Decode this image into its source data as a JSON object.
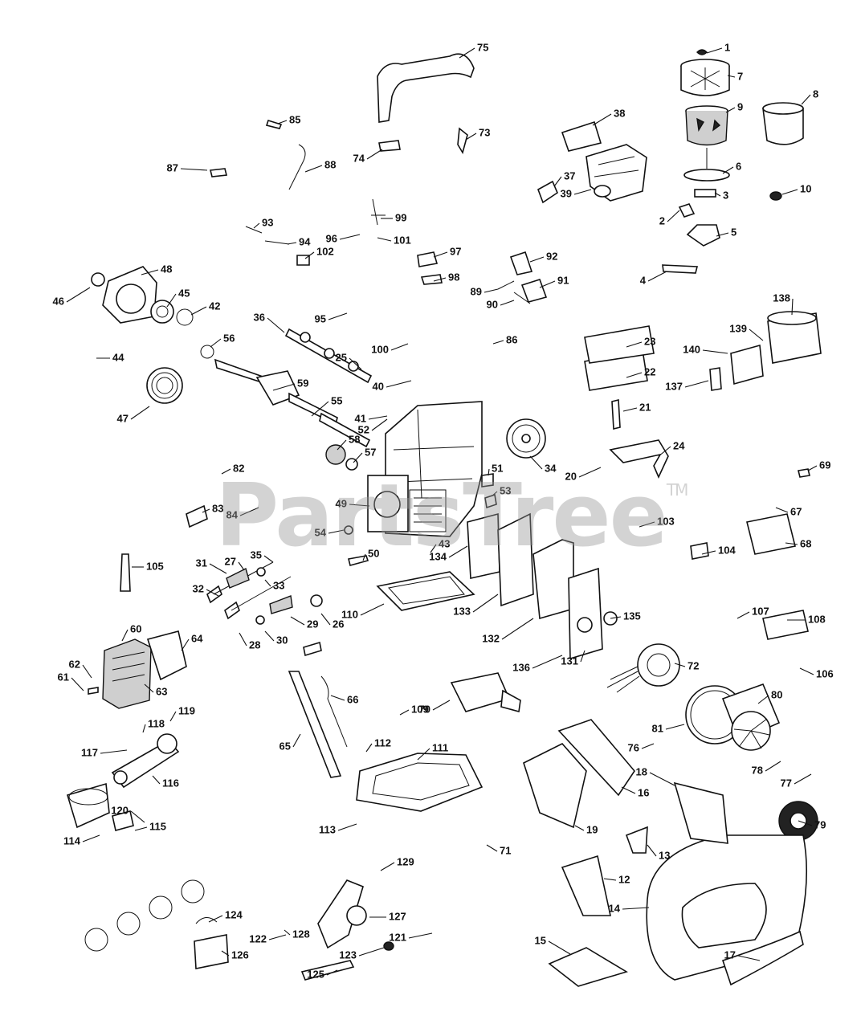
{
  "watermark": {
    "text": "PartsTree",
    "mark": "TM"
  },
  "callouts": [
    "1",
    "2",
    "3",
    "4",
    "5",
    "6",
    "7",
    "8",
    "9",
    "10",
    "12",
    "13",
    "14",
    "15",
    "16",
    "17",
    "18",
    "19",
    "20",
    "21",
    "22",
    "23",
    "24",
    "25",
    "26",
    "27",
    "28",
    "29",
    "30",
    "31",
    "32",
    "33",
    "34",
    "35",
    "36",
    "37",
    "38",
    "39",
    "40",
    "41",
    "42",
    "43",
    "44",
    "45",
    "46",
    "47",
    "48",
    "49",
    "50",
    "51",
    "52",
    "53",
    "54",
    "55",
    "56",
    "57",
    "58",
    "59",
    "60",
    "61",
    "62",
    "63",
    "64",
    "65",
    "66",
    "67",
    "68",
    "69",
    "70",
    "71",
    "72",
    "73",
    "74",
    "75",
    "76",
    "77",
    "78",
    "79",
    "80",
    "81",
    "82",
    "83",
    "84",
    "85",
    "86",
    "87",
    "88",
    "89",
    "90",
    "91",
    "92",
    "93",
    "94",
    "95",
    "96",
    "97",
    "98",
    "99",
    "100",
    "101",
    "102",
    "103",
    "104",
    "105",
    "106",
    "107",
    "108",
    "109",
    "110",
    "111",
    "112",
    "113",
    "114",
    "115",
    "116",
    "117",
    "118",
    "119",
    "120",
    "121",
    "122",
    "123",
    "124",
    "125",
    "126",
    "127",
    "128",
    "129",
    "131",
    "132",
    "133",
    "134",
    "135",
    "136",
    "137",
    "138",
    "139",
    "140"
  ]
}
